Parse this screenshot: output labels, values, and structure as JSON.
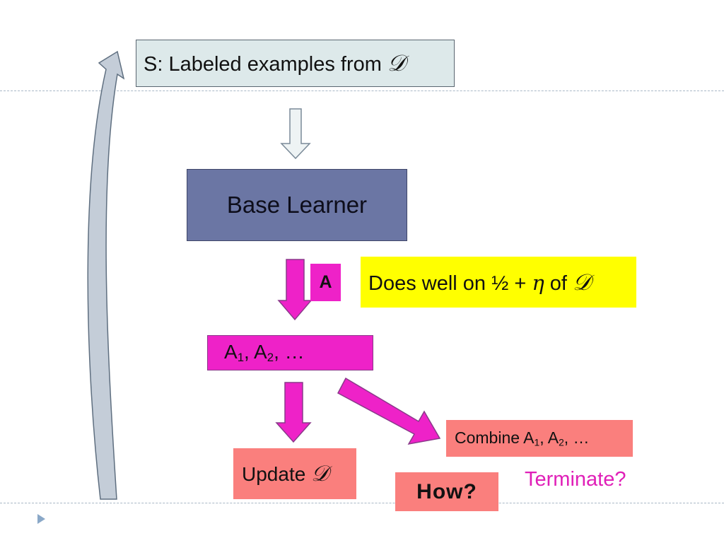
{
  "source_box": {
    "text": "S: Labeled examples from ",
    "symbol": "𝒟"
  },
  "base_learner": {
    "text": "Base Learner"
  },
  "hypothesis_tag": {
    "text": "A"
  },
  "weak_learning_note": {
    "text": "Does well on ½ + ",
    "eta": "η",
    "of": " of ",
    "symbol": "𝒟"
  },
  "hypotheses_box": {
    "a": "A",
    "s1": "1",
    "sep": ", A",
    "s2": "2",
    "tail": ", …"
  },
  "combine_box": {
    "prefix": "Combine A",
    "s1": "1",
    "sep": ", A",
    "s2": "2",
    "tail": ", …"
  },
  "update_box": {
    "text": "Update ",
    "symbol": "𝒟"
  },
  "how_box": {
    "text": "How?"
  },
  "terminate": {
    "text": "Terminate?"
  },
  "colors": {
    "light_box": "#dde9ea",
    "base_learner": "#6b76a4",
    "magenta": "#ee22c8",
    "yellow": "#ffff00",
    "salmon": "#fa7f7d",
    "terminate_text": "#e020b8",
    "bullet": "#8aa8c8"
  }
}
